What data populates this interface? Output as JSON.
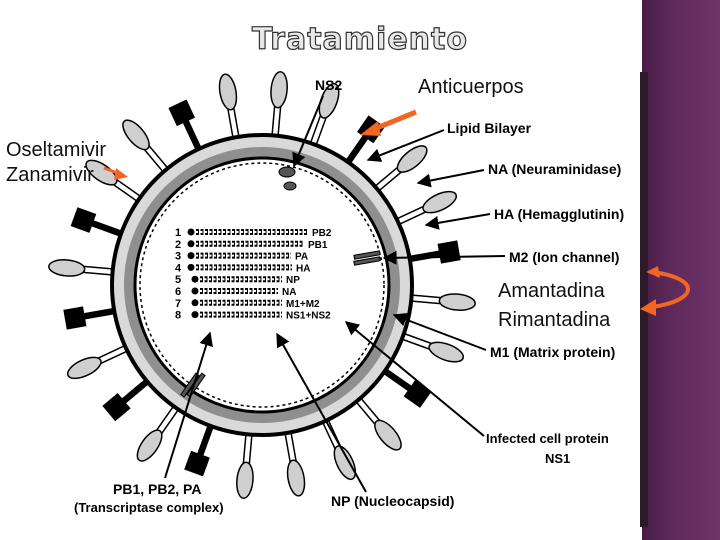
{
  "slide": {
    "title": "Tratamiento",
    "overlay": {
      "antibodies": "Anticuerpos",
      "drug_na_1": "Oseltamivir",
      "drug_na_2": "Zanamivir",
      "drug_m2_1": "Amantadina",
      "drug_m2_2": "Rimantadina"
    }
  },
  "diagram": {
    "labels": {
      "ns2": "NS2",
      "lipid": "Lipid Bilayer",
      "na": "NA (Neuraminidase)",
      "ha": "HA (Hemagglutinin)",
      "m2": "M2 (Ion channel)",
      "m1": "M1 (Matrix protein)",
      "ns1_line1": "Infected cell protein",
      "ns1_line2": "NS1",
      "pb": "PB1, PB2, PA",
      "pb_sub": "(Transcriptase complex)",
      "np": "NP (Nucleocapsid)"
    },
    "segments": [
      {
        "num": "1",
        "label": "PB2"
      },
      {
        "num": "2",
        "label": "PB1"
      },
      {
        "num": "3",
        "label": "PA"
      },
      {
        "num": "4",
        "label": "HA"
      },
      {
        "num": "5",
        "label": "NP"
      },
      {
        "num": "6",
        "label": "NA"
      },
      {
        "num": "7",
        "label": "M1+M2"
      },
      {
        "num": "8",
        "label": "NS1+NS2"
      }
    ]
  },
  "colors": {
    "accent_arrow": "#f26522",
    "sidebar": "#5f2a5b"
  }
}
